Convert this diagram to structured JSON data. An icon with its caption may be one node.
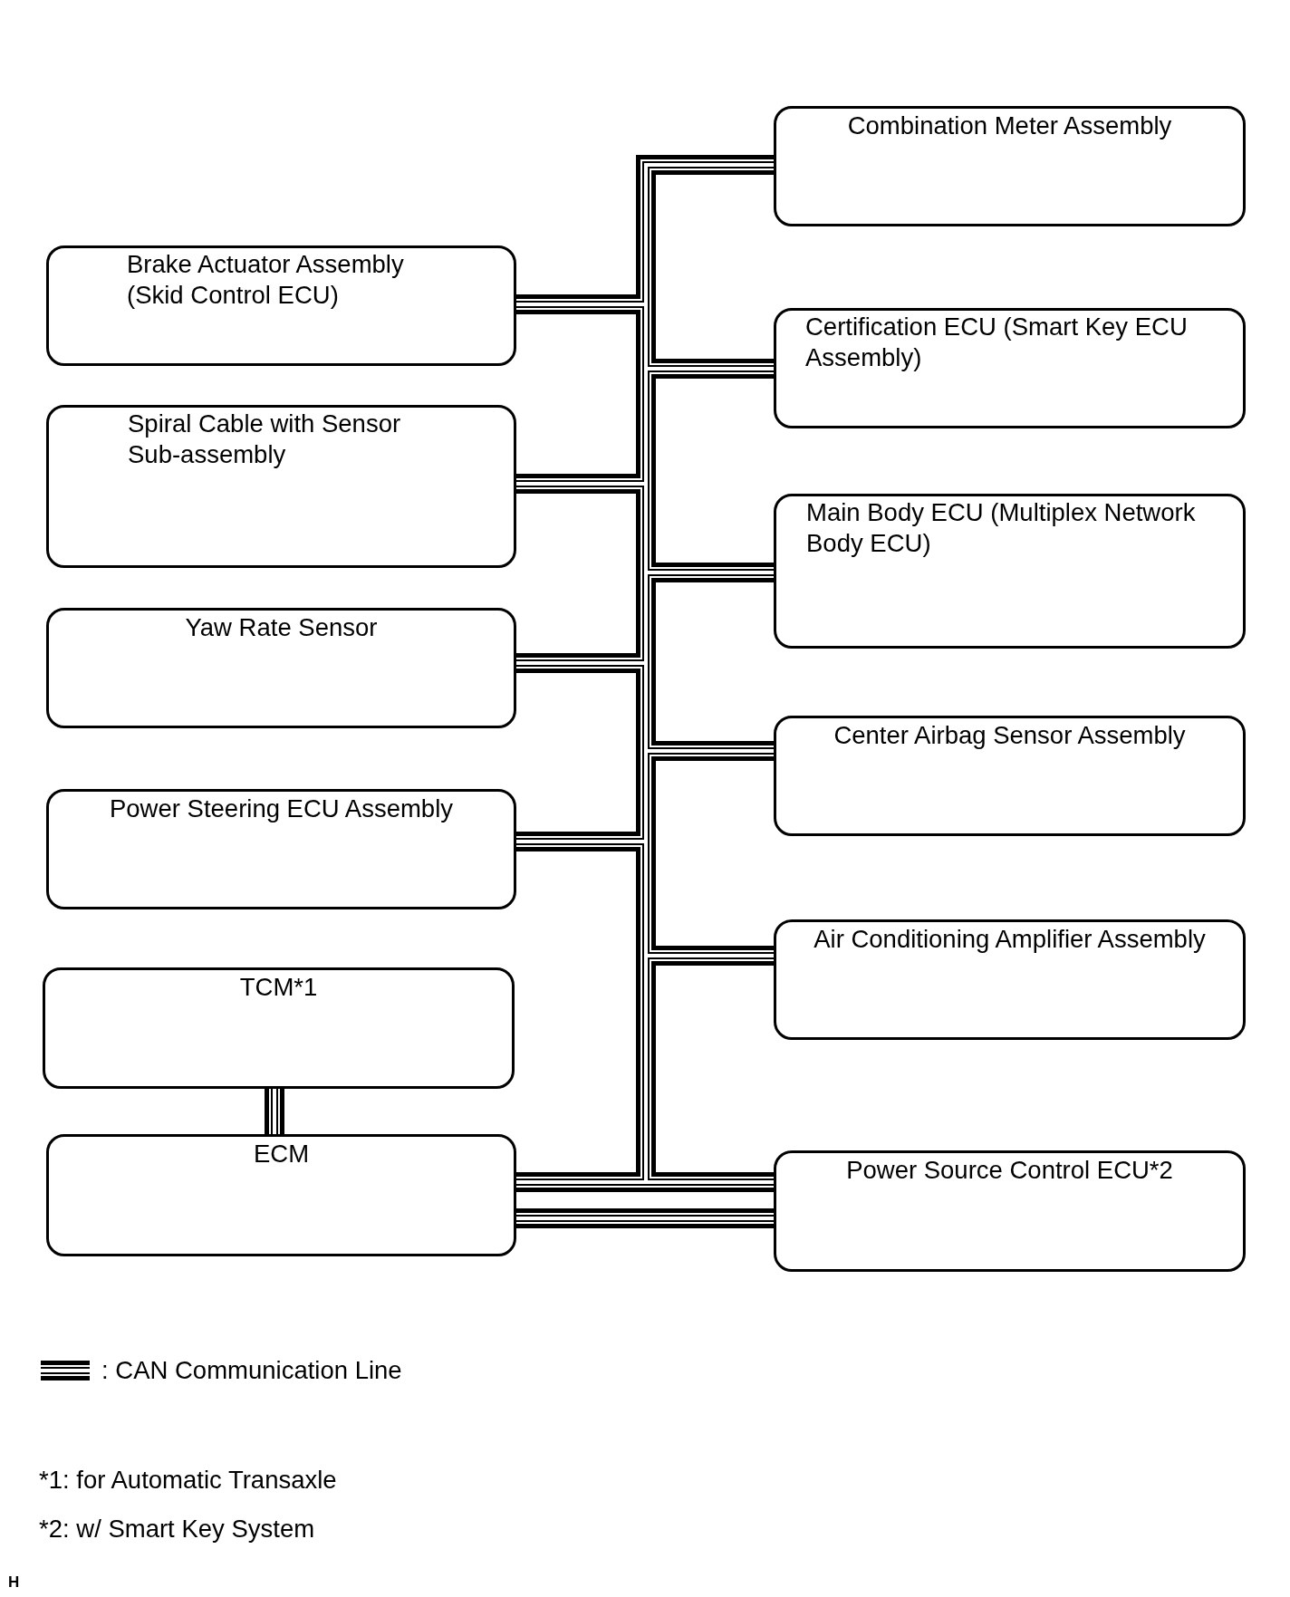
{
  "diagram": {
    "nodes": [
      {
        "text": [
          "Brake Actuator Assembly (Skid Control ECU)"
        ]
      },
      {
        "text": [
          "Spiral Cable with Sensor Sub-assembly"
        ]
      },
      {
        "text": [
          "Yaw Rate Sensor"
        ]
      },
      {
        "text": [
          "Power Steering ECU Assembly"
        ]
      },
      {
        "text": [
          "TCM*1"
        ]
      },
      {
        "text": [
          "ECM"
        ]
      },
      {
        "text": [
          "Combination Meter Assembly"
        ]
      },
      {
        "text": [
          "Certification ECU (Smart Key ECU Assembly)"
        ]
      },
      {
        "text": [
          "Main Body ECU (Multiplex Network Body ECU)"
        ]
      },
      {
        "text": [
          "Center Airbag Sensor Assembly"
        ]
      },
      {
        "text": [
          "Air Conditioning Amplifier Assembly"
        ]
      },
      {
        "text": [
          "Power Source Control ECU*2"
        ]
      }
    ],
    "edges": [
      {
        "from": 4,
        "to": 5,
        "arrow": "none"
      },
      {
        "from": 5,
        "to": 0,
        "arrow": "none"
      },
      {
        "from": 5,
        "to": 1,
        "arrow": "none"
      },
      {
        "from": 5,
        "to": 2,
        "arrow": "none"
      },
      {
        "from": 5,
        "to": 3,
        "arrow": "none"
      },
      {
        "from": 5,
        "to": 6,
        "arrow": "none"
      },
      {
        "from": 5,
        "to": 7,
        "arrow": "none"
      },
      {
        "from": 5,
        "to": 8,
        "arrow": "none"
      },
      {
        "from": 5,
        "to": 9,
        "arrow": "none"
      },
      {
        "from": 5,
        "to": 10,
        "arrow": "none"
      },
      {
        "from": 5,
        "to": 11,
        "arrow": "none"
      },
      {
        "from": 5,
        "to": 11,
        "arrow": "none"
      }
    ],
    "labels": [
      "*1: for Automatic Transaxle",
      "*2: w/ Smart Key System",
      "H"
    ],
    "legend": [
      {
        "text": ": CAN Communication Line"
      }
    ]
  }
}
